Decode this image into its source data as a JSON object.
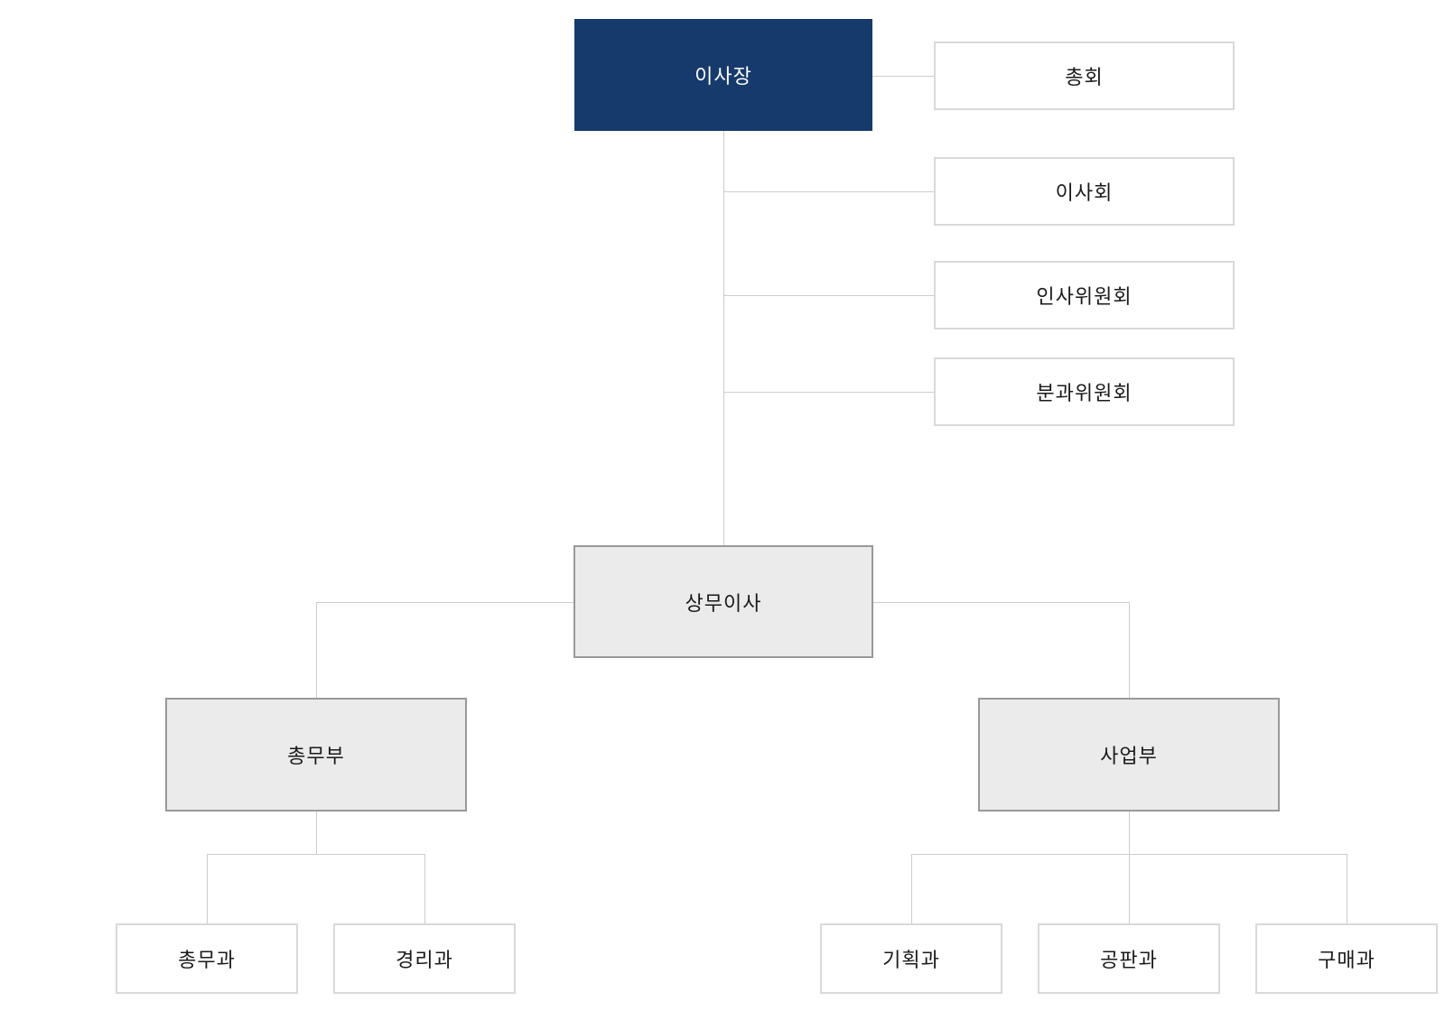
{
  "org_chart": {
    "type": "organization-chart",
    "language": "ko",
    "nodes": {
      "chairman": {
        "label": "이사장",
        "level": 1,
        "style": "primary"
      },
      "general_meeting": {
        "label": "총회",
        "level": 1,
        "style": "leaf"
      },
      "board": {
        "label": "이사회",
        "level": 1,
        "style": "leaf"
      },
      "personnel_committee": {
        "label": "인사위원회",
        "level": 1,
        "style": "leaf"
      },
      "subcommittee": {
        "label": "분과위원회",
        "level": 1,
        "style": "leaf"
      },
      "managing_director": {
        "label": "상무이사",
        "level": 2,
        "style": "dept"
      },
      "general_affairs_dept": {
        "label": "총무부",
        "level": 3,
        "style": "dept"
      },
      "business_dept": {
        "label": "사업부",
        "level": 3,
        "style": "dept"
      },
      "general_affairs_section": {
        "label": "총무과",
        "level": 4,
        "style": "leaf"
      },
      "accounting_section": {
        "label": "경리과",
        "level": 4,
        "style": "leaf"
      },
      "planning_section": {
        "label": "기획과",
        "level": 4,
        "style": "leaf"
      },
      "sales_section": {
        "label": "공판과",
        "level": 4,
        "style": "leaf"
      },
      "purchasing_section": {
        "label": "구매과",
        "level": 4,
        "style": "leaf"
      }
    },
    "edges": [
      {
        "from": "chairman",
        "to": "general_meeting"
      },
      {
        "from": "chairman",
        "to": "board"
      },
      {
        "from": "chairman",
        "to": "personnel_committee"
      },
      {
        "from": "chairman",
        "to": "subcommittee"
      },
      {
        "from": "chairman",
        "to": "managing_director"
      },
      {
        "from": "managing_director",
        "to": "general_affairs_dept"
      },
      {
        "from": "managing_director",
        "to": "business_dept"
      },
      {
        "from": "general_affairs_dept",
        "to": "general_affairs_section"
      },
      {
        "from": "general_affairs_dept",
        "to": "accounting_section"
      },
      {
        "from": "business_dept",
        "to": "planning_section"
      },
      {
        "from": "business_dept",
        "to": "sales_section"
      },
      {
        "from": "business_dept",
        "to": "purchasing_section"
      }
    ],
    "colors": {
      "primary_fill": "#163a6b",
      "primary_text": "#ffffff",
      "dept_fill": "#ebebeb",
      "dept_border": "#999999",
      "leaf_fill": "#ffffff",
      "leaf_border": "#d9d9d9",
      "connector": "#cccccc",
      "text": "#1a1a1a",
      "background": "#ffffff"
    }
  }
}
